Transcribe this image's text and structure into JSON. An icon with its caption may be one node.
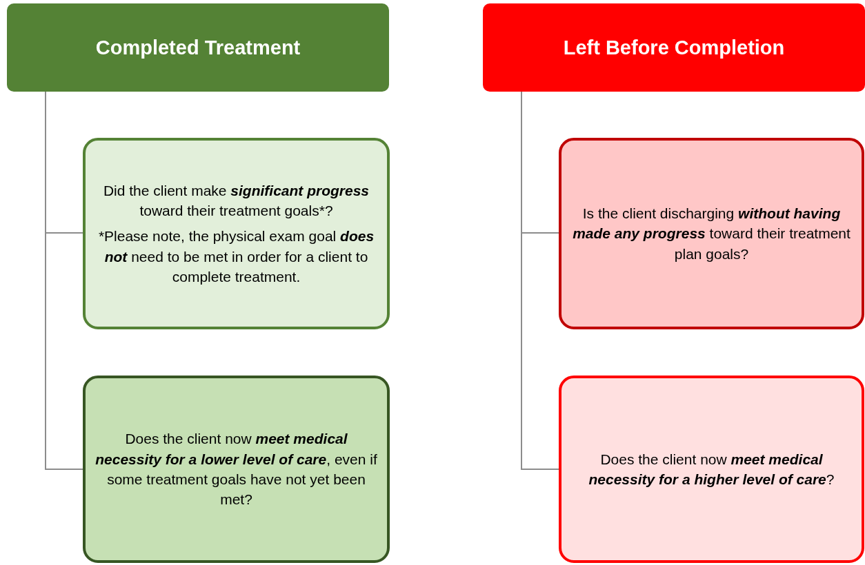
{
  "diagram": {
    "nodes": [
      {
        "text": [
          "Completed Treatment"
        ]
      },
      {
        "text": [
          "Did the client make **significant progress** toward their treatment goals*?",
          "*Please note, the physical exam goal **does not** need to be met in order for a client to complete treatment."
        ]
      },
      {
        "text": [
          "Does the client now **meet medical necessity for a lower level of care**, even if some treatment goals have not yet been met?"
        ]
      },
      {
        "text": [
          "Left Before Completion"
        ]
      },
      {
        "text": [
          "Is the client discharging **without having made any progress** toward their treatment plan goals?"
        ]
      },
      {
        "text": [
          "Does the client now **meet medical necessity for a higher level of care**?"
        ]
      }
    ],
    "edges": [
      {
        "from": 0,
        "to": 1,
        "arrow": "none"
      },
      {
        "from": 0,
        "to": 2,
        "arrow": "none"
      },
      {
        "from": 3,
        "to": 4,
        "arrow": "none"
      },
      {
        "from": 3,
        "to": 5,
        "arrow": "none"
      }
    ]
  }
}
